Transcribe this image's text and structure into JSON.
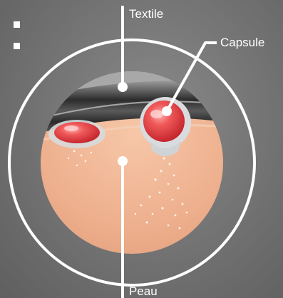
{
  "labels": {
    "textile": "Textile",
    "capsule": "Capsule",
    "skin": "Peau"
  },
  "colors": {
    "background": "#767676",
    "ring": "#ffffff",
    "skin": "#f0b896",
    "textile": "#3a3a3a",
    "capsule": "#e0303a"
  },
  "icons": {
    "menu": "kebab-menu-icon"
  }
}
